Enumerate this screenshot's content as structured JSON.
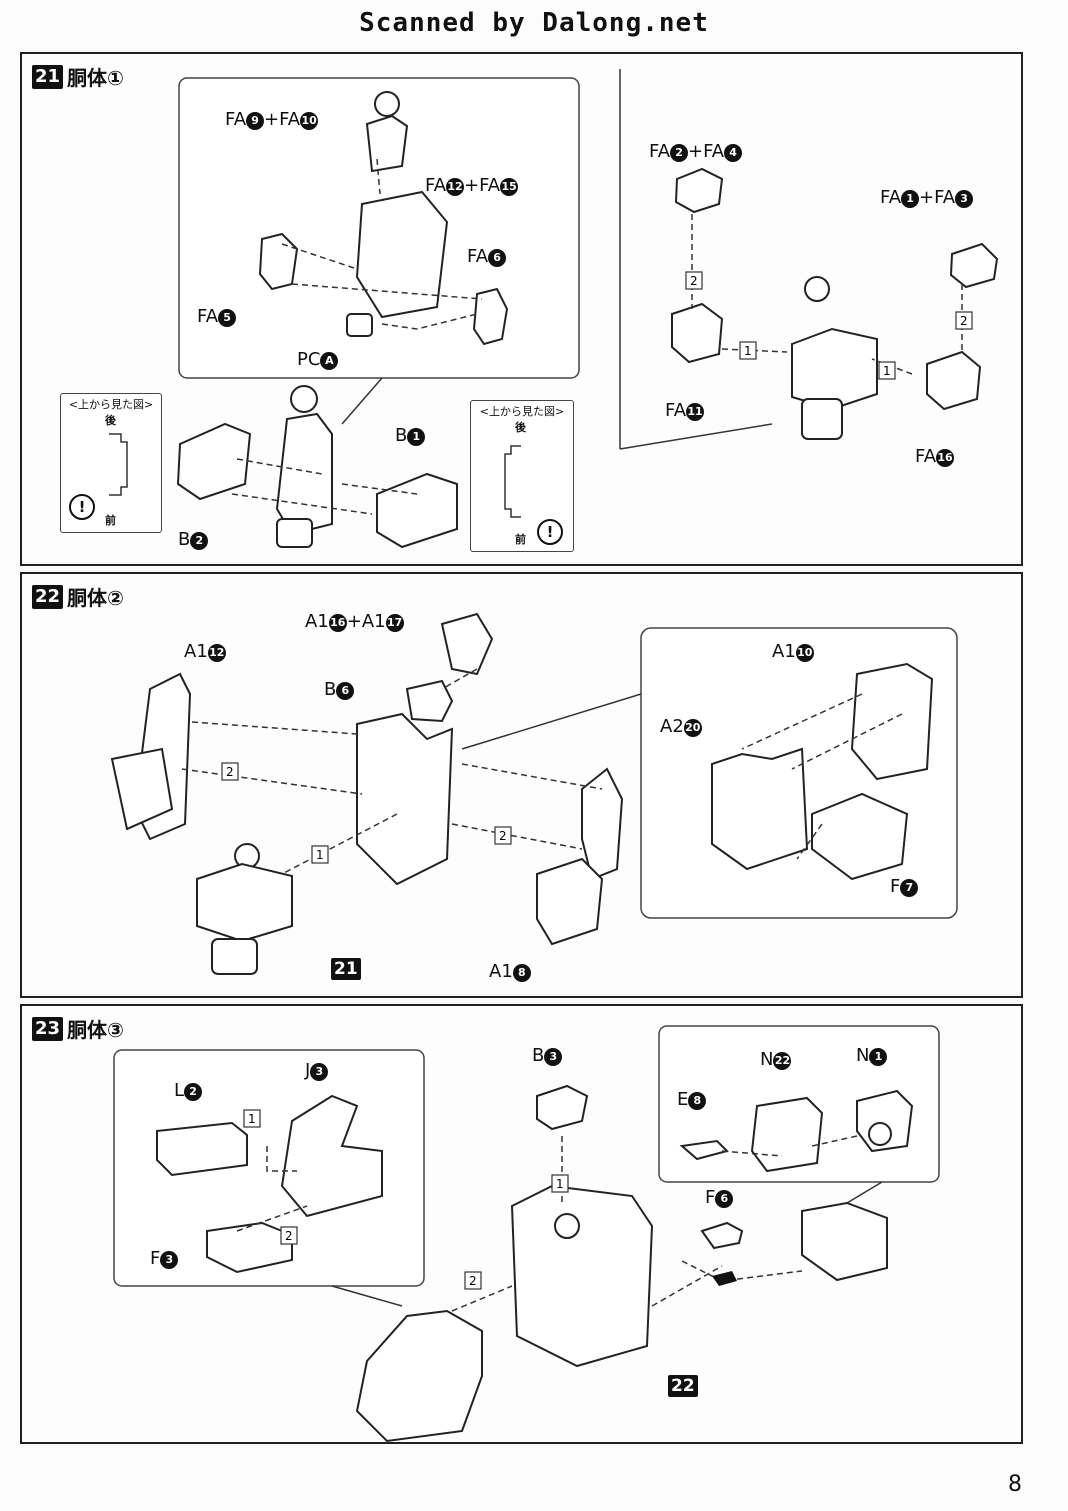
{
  "header": "Scanned by Dalong.net",
  "page_number": "8",
  "sections": {
    "s21": {
      "num": "21",
      "title": "胴体①",
      "labels": {
        "fa9_10": {
          "pre": "FA",
          "n1": "9",
          "mid": "+FA",
          "n2": "10"
        },
        "fa12_15": {
          "pre": "FA",
          "n1": "12",
          "mid": "+FA",
          "n2": "15"
        },
        "fa6": {
          "pre": "FA",
          "n1": "6"
        },
        "fa5": {
          "pre": "FA",
          "n1": "5"
        },
        "pca": {
          "pre": "PC",
          "n1": "A"
        },
        "b1": {
          "pre": "B",
          "n1": "1"
        },
        "b2": {
          "pre": "B",
          "n1": "2"
        },
        "fa2_4": {
          "pre": "FA",
          "n1": "2",
          "mid": "+FA",
          "n2": "4"
        },
        "fa1_3": {
          "pre": "FA",
          "n1": "1",
          "mid": "+FA",
          "n2": "3"
        },
        "fa11": {
          "pre": "FA",
          "n1": "11"
        },
        "fa16": {
          "pre": "FA",
          "n1": "16"
        }
      },
      "note_left": {
        "caption": "<上から見た図>",
        "back": "後",
        "front": "前"
      },
      "note_right": {
        "caption": "<上から見た図>",
        "back": "後",
        "front": "前"
      },
      "order_marks": [
        "1",
        "2",
        "1",
        "2"
      ]
    },
    "s22": {
      "num": "22",
      "title": "胴体②",
      "labels": {
        "a16_17": {
          "pre": "A1",
          "n1": "16",
          "mid": "+A1",
          "n2": "17"
        },
        "a12": {
          "pre": "A1",
          "n1": "12"
        },
        "b6": {
          "pre": "B",
          "n1": "6"
        },
        "a18": {
          "pre": "A1",
          "n1": "8"
        },
        "a10": {
          "pre": "A1",
          "n1": "10"
        },
        "a20": {
          "pre": "A2",
          "n1": "20"
        },
        "f7": {
          "pre": "F",
          "n1": "7"
        }
      },
      "step_ref": "21",
      "order_marks": [
        "2",
        "1",
        "2"
      ]
    },
    "s23": {
      "num": "23",
      "title": "胴体③",
      "labels": {
        "l2": {
          "pre": "L",
          "n1": "2"
        },
        "j3": {
          "pre": "J",
          "n1": "3"
        },
        "f3": {
          "pre": "F",
          "n1": "3"
        },
        "b3": {
          "pre": "B",
          "n1": "3"
        },
        "e8": {
          "pre": "E",
          "n1": "8"
        },
        "n22": {
          "pre": "N",
          "n1": "22"
        },
        "n1": {
          "pre": "N",
          "n1": "1"
        },
        "f6": {
          "pre": "F",
          "n1": "6"
        }
      },
      "step_ref": "22",
      "order_marks": [
        "1",
        "2",
        "1",
        "2"
      ]
    }
  },
  "colors": {
    "ink": "#111111",
    "paper": "#fcfcfc"
  }
}
